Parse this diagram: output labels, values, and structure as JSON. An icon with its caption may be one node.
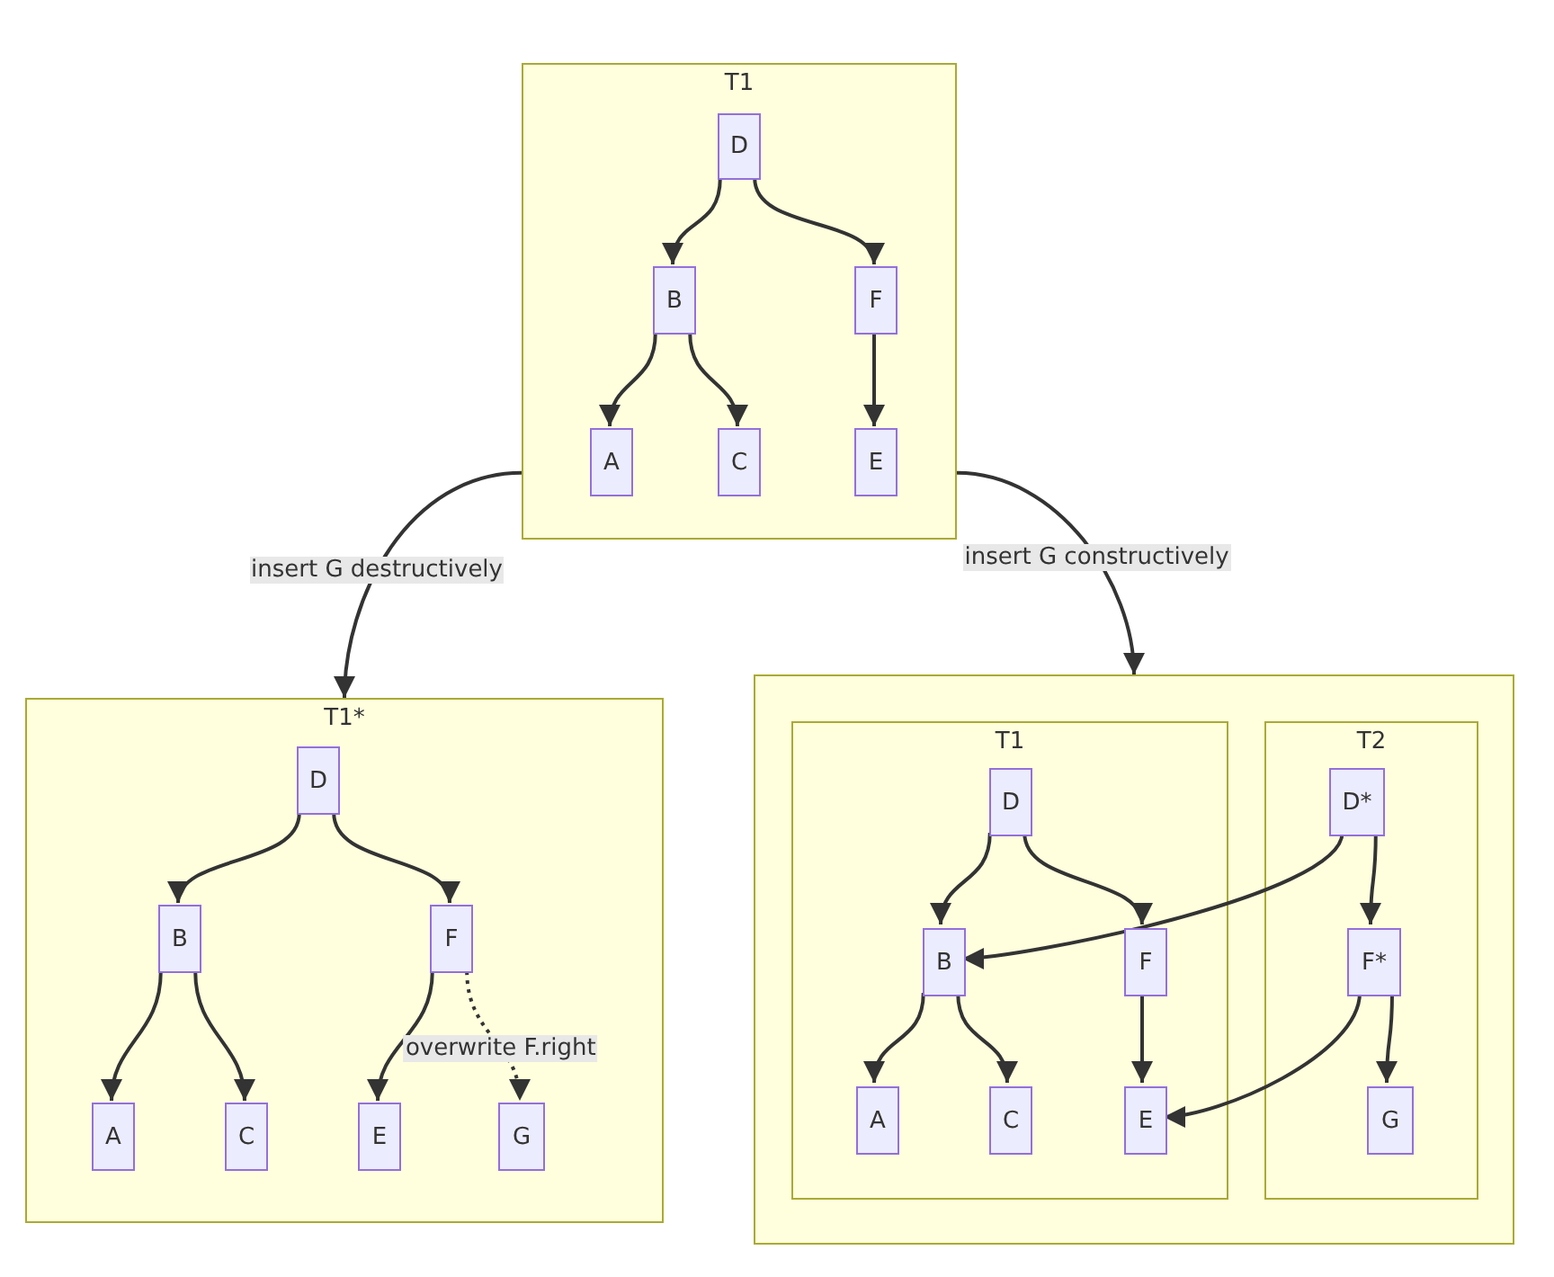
{
  "diagram": {
    "nodes": [
      {
        "text": [
          "T1"
        ]
      },
      {
        "text": [
          "D"
        ],
        "in": 0
      },
      {
        "text": [
          "B"
        ],
        "in": 0
      },
      {
        "text": [
          "F"
        ],
        "in": 0
      },
      {
        "text": [
          "A"
        ],
        "in": 0
      },
      {
        "text": [
          "C"
        ],
        "in": 0
      },
      {
        "text": [
          "E"
        ],
        "in": 0
      },
      {
        "text": [
          "T1*"
        ]
      },
      {
        "text": [
          "D"
        ],
        "in": 7
      },
      {
        "text": [
          "B"
        ],
        "in": 7
      },
      {
        "text": [
          "F"
        ],
        "in": 7
      },
      {
        "text": [
          "A"
        ],
        "in": 7
      },
      {
        "text": [
          "C"
        ],
        "in": 7
      },
      {
        "text": [
          "E"
        ],
        "in": 7
      },
      {
        "text": [
          "G"
        ],
        "in": 7
      },
      {
        "text": [],
        "shape": "box"
      },
      {
        "text": [
          "T1"
        ],
        "in": 15
      },
      {
        "text": [
          "D"
        ],
        "in": 16
      },
      {
        "text": [
          "B"
        ],
        "in": 16
      },
      {
        "text": [
          "F"
        ],
        "in": 16
      },
      {
        "text": [
          "A"
        ],
        "in": 16
      },
      {
        "text": [
          "C"
        ],
        "in": 16
      },
      {
        "text": [
          "E"
        ],
        "in": 16
      },
      {
        "text": [
          "T2"
        ],
        "in": 15
      },
      {
        "text": [
          "D*"
        ],
        "in": 23
      },
      {
        "text": [
          "F*"
        ],
        "in": 23
      },
      {
        "text": [
          "G"
        ],
        "in": 23
      }
    ],
    "edges": [
      {
        "from": 1,
        "to": 2,
        "arrow": "to"
      },
      {
        "from": 1,
        "to": 3,
        "arrow": "to"
      },
      {
        "from": 2,
        "to": 4,
        "arrow": "to"
      },
      {
        "from": 2,
        "to": 5,
        "arrow": "to"
      },
      {
        "from": 3,
        "to": 6,
        "arrow": "to"
      },
      {
        "from": 0,
        "to": 7,
        "arrow": "to",
        "label": "insert G destructively"
      },
      {
        "from": 0,
        "to": 15,
        "arrow": "to",
        "label": "insert G constructively"
      },
      {
        "from": 8,
        "to": 9,
        "arrow": "to"
      },
      {
        "from": 8,
        "to": 10,
        "arrow": "to"
      },
      {
        "from": 9,
        "to": 11,
        "arrow": "to"
      },
      {
        "from": 9,
        "to": 12,
        "arrow": "to"
      },
      {
        "from": 10,
        "to": 13,
        "arrow": "to"
      },
      {
        "from": 10,
        "to": 14,
        "arrow": "to",
        "label": "overwrite F.right",
        "style": "dashed"
      },
      {
        "from": 17,
        "to": 18,
        "arrow": "to"
      },
      {
        "from": 17,
        "to": 19,
        "arrow": "to"
      },
      {
        "from": 18,
        "to": 20,
        "arrow": "to"
      },
      {
        "from": 18,
        "to": 21,
        "arrow": "to"
      },
      {
        "from": 19,
        "to": 22,
        "arrow": "to"
      },
      {
        "from": 24,
        "to": 18,
        "arrow": "to"
      },
      {
        "from": 24,
        "to": 25,
        "arrow": "to"
      },
      {
        "from": 25,
        "to": 22,
        "arrow": "to"
      },
      {
        "from": 25,
        "to": 26,
        "arrow": "to"
      }
    ]
  }
}
